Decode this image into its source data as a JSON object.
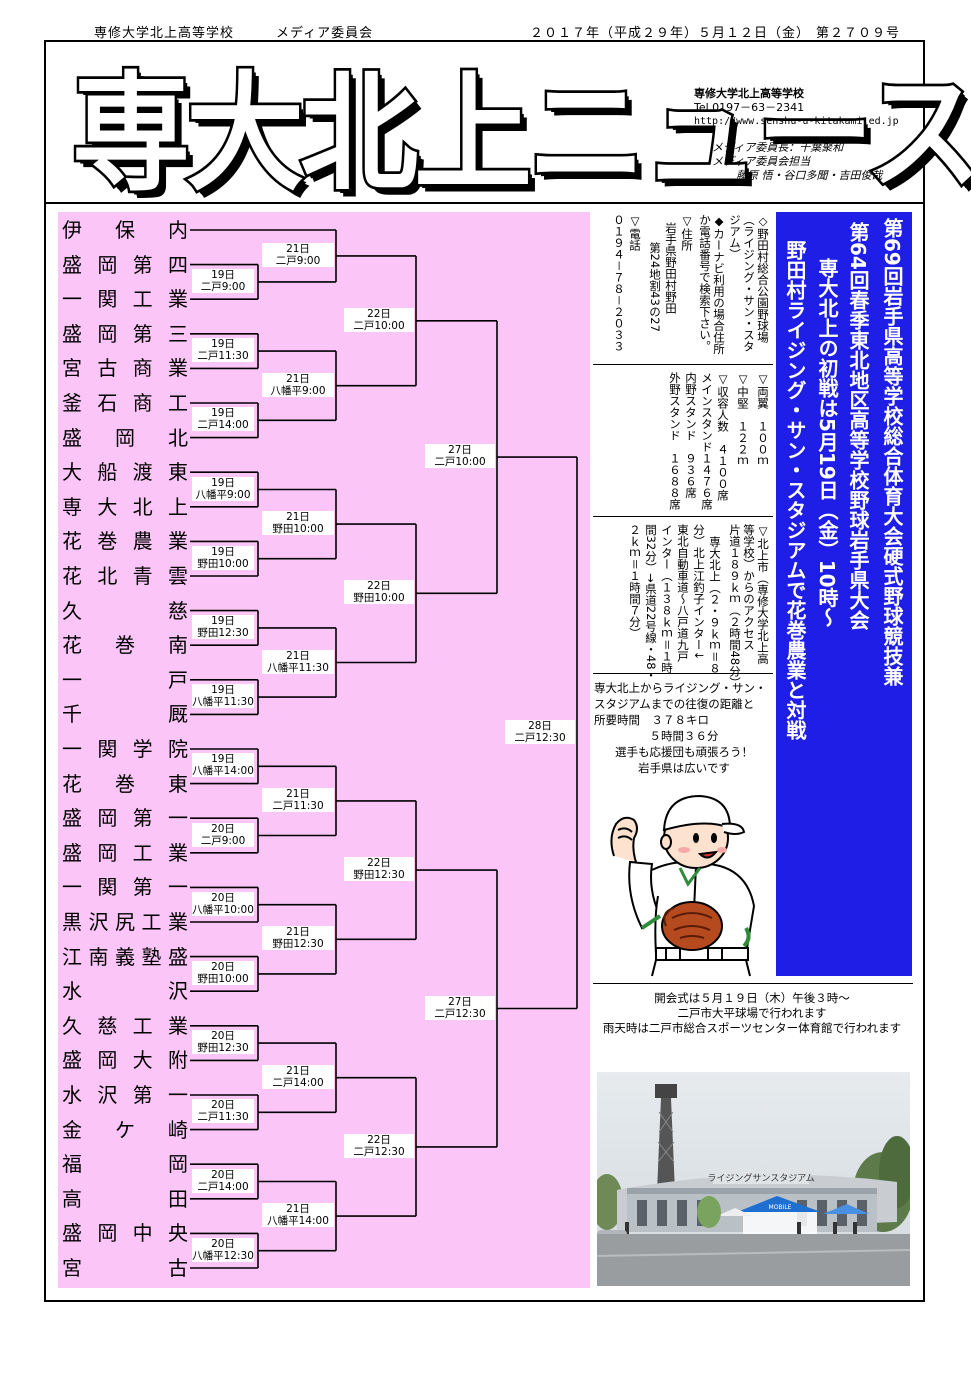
{
  "header": {
    "school": "専修大学北上高等学校",
    "committee": "メディア委員会",
    "date": "２０１７年（平成２９年）５月１２日（金）",
    "issue": "第２７０９号"
  },
  "masthead": {
    "title": "専大北上ニュース",
    "info_school": "専修大学北上高等学校",
    "info_tel": "Tel.0197－63－2341",
    "info_url": "http://www.senshu-u-kitakami.ed.jp",
    "info_chief": "メディア委員長：千葉聚和",
    "info_staff_label": "メディア委員会担当",
    "info_staff_names": "藤原 悟・谷口多聞・吉田俊哉"
  },
  "bracket": {
    "teams": [
      "伊保内",
      "盛岡第四",
      "一関工業",
      "盛岡第三",
      "宮古商業",
      "釜石商工",
      "盛岡北",
      "大船渡東",
      "専大北上",
      "花巻農業",
      "花北青雲",
      "久慈",
      "花巻南",
      "一戸",
      "千厩",
      "一関学院",
      "花巻東",
      "盛岡第一",
      "盛岡工業",
      "一関第一",
      "黒沢尻工業",
      "江南義塾盛",
      "水沢",
      "久慈工業",
      "盛岡大附",
      "水沢第一",
      "金ケ崎",
      "福岡",
      "高田",
      "盛岡中央",
      "宮古"
    ],
    "r1": [
      {
        "day": "19日",
        "venue": "二戸9:00"
      },
      {
        "day": "19日",
        "venue": "二戸11:30"
      },
      {
        "day": "19日",
        "venue": "二戸14:00"
      },
      {
        "day": "19日",
        "venue": "八幡平9:00"
      },
      {
        "day": "19日",
        "venue": "野田10:00"
      },
      {
        "day": "19日",
        "venue": "野田12:30"
      },
      {
        "day": "19日",
        "venue": "八幡平11:30"
      },
      {
        "day": "19日",
        "venue": "八幡平14:00"
      },
      {
        "day": "20日",
        "venue": "二戸9:00"
      },
      {
        "day": "20日",
        "venue": "八幡平10:00"
      },
      {
        "day": "20日",
        "venue": "野田10:00"
      },
      {
        "day": "20日",
        "venue": "野田12:30"
      },
      {
        "day": "20日",
        "venue": "二戸11:30"
      },
      {
        "day": "20日",
        "venue": "二戸14:00"
      },
      {
        "day": "20日",
        "venue": "八幡平12:30"
      }
    ],
    "r2": [
      {
        "day": "21日",
        "venue": "二戸9:00"
      },
      {
        "day": "21日",
        "venue": "八幡平9:00"
      },
      {
        "day": "21日",
        "venue": "野田10:00"
      },
      {
        "day": "21日",
        "venue": "八幡平11:30"
      },
      {
        "day": "21日",
        "venue": "二戸11:30"
      },
      {
        "day": "21日",
        "venue": "野田12:30"
      },
      {
        "day": "21日",
        "venue": "二戸14:00"
      },
      {
        "day": "21日",
        "venue": "八幡平14:00"
      }
    ],
    "r3": [
      {
        "day": "22日",
        "venue": "二戸10:00"
      },
      {
        "day": "22日",
        "venue": "野田10:00"
      },
      {
        "day": "22日",
        "venue": "野田12:30"
      },
      {
        "day": "22日",
        "venue": "二戸12:30"
      }
    ],
    "r4": [
      {
        "day": "27日",
        "venue": "二戸10:00"
      },
      {
        "day": "27日",
        "venue": "二戸12:30"
      }
    ],
    "r5": [
      {
        "day": "28日",
        "venue": "二戸12:30"
      }
    ]
  },
  "headline": {
    "line1": "第69回岩手県高等学校総合体育大会硬式野球競技兼",
    "line2": "第64回春季東北地区高等学校野球岩手県大会",
    "line3": "専大北上の初戦は5月19日（金）10時～",
    "line4": "野田村ライジング・サン・スタジアムで花巻農業と対戦"
  },
  "stadium_info": {
    "c1": "◇野田村総合公園野球場",
    "c2": "（ライジング・サン・スタ",
    "c3": "ジアム）",
    "c4": "◆カーナビ利用の場合住所",
    "c5": "か電話番号で検索下さい。",
    "c6": "▽住所",
    "c7": "岩手県野田村野田",
    "c8": "第24地割43の27",
    "c9": "▽電話",
    "c10": "０１９４－７８－２０３３",
    "c11": "▽両翼　１００ｍ",
    "c12": "▽中堅　１２２ｍ",
    "c13": "▽収容人数　４１００席",
    "c14": "メインスタンド１４７６席",
    "c15": "内野スタンド　９３６席",
    "c16": "外野スタンド　１６８８席",
    "c17": "▽北上市（専修大学北上高",
    "c18": "等学校）からのアクセス",
    "c19": "片道１８９ｋｍ（２時間48分）",
    "c20": "専大北上（２・９ｋｍ＝８",
    "c21": "分）北上江釣子インター↓",
    "c22": "東北自動車道～八戸道九戸",
    "c23": "インター（１３８ｋｍ＝１時",
    "c24": "間32分）→県道22号線・48・",
    "c25": "２ｋｍ＝１時間７分）"
  },
  "route_note": {
    "l1": "専大北上からライジング・サン・",
    "l2": "スタジアムまでの往復の距離と",
    "l3": "所要時間　３７８キロ",
    "l4": "５時間３６分",
    "l5": "選手も応援団も頑張ろう！",
    "l6": "岩手県は広いです"
  },
  "opening_note": {
    "l1": "開会式は５月１９日（木）午後３時～",
    "l2": "二戸市大平球場で行われます",
    "l3": "雨天時は二戸市総合スポーツセンター体育館で行われます"
  },
  "photo": {
    "sign": "ライジングサンスタジアム",
    "tent": "MOBILE"
  }
}
